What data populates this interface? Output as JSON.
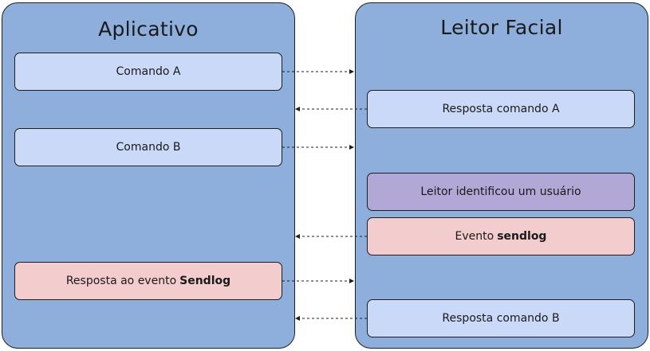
{
  "panels": {
    "left_title": "Aplicativo",
    "right_title": "Leitor Facial"
  },
  "left_boxes": {
    "comando_a": "Comando A",
    "comando_b": "Comando B",
    "resposta_evento_prefix": "Resposta ao evento",
    "resposta_evento_bold": "Sendlog"
  },
  "right_boxes": {
    "resposta_a": "Resposta comando A",
    "leitor_identificou": "Leitor identificou um usuário",
    "evento_prefix": "Evento",
    "evento_bold": "sendlog",
    "resposta_b": "Resposta comando B"
  },
  "colors": {
    "panel": "#8eaedc",
    "box_blue": "#c9d9f7",
    "box_purple": "#b2a8d6",
    "box_pink": "#f3cccd"
  }
}
